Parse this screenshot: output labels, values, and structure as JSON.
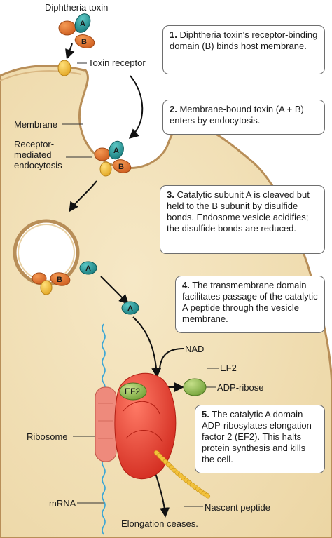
{
  "title": "Diphtheria toxin",
  "labels": {
    "toxin_receptor": "Toxin receptor",
    "membrane": "Membrane",
    "receptor_mediated": "Receptor-\nmediated\nendocytosis",
    "nad": "NAD",
    "ef2_top": "EF2",
    "adp_ribose": "ADP-ribose",
    "ef2_ribosome": "EF2",
    "ribosome": "Ribosome",
    "mrna": "mRNA",
    "nascent_peptide": "Nascent peptide",
    "elongation_ceases": "Elongation ceases.",
    "subunit_a": "A",
    "subunit_b": "B"
  },
  "steps": [
    {
      "num": "1.",
      "text": "Diphtheria toxin's receptor-binding domain (B) binds host membrane."
    },
    {
      "num": "2.",
      "text": "Membrane-bound toxin (A + B) enters by endocytosis."
    },
    {
      "num": "3.",
      "text": "Catalytic subunit A is cleaved but held to the B subunit by disulfide bonds. Endosome vesicle acidifies; the disulfide bonds are reduced."
    },
    {
      "num": "4.",
      "text": "The transmembrane domain facilitates passage of the catalytic A peptide through the vesicle membrane."
    },
    {
      "num": "5.",
      "text": "The catalytic A domain ADP-ribosylates elongation factor 2 (EF2). This halts protein synthesis and kills the cell."
    }
  ],
  "colors": {
    "cell": "#f1dfb5",
    "membrane": "#c8a46e",
    "subunit_a": "#1d8c8c",
    "subunit_b": "#e0702c",
    "receptor": "#f2c040",
    "ribosome": "#e83a2c",
    "ribosome_small": "#ef8a80",
    "ef2": "#8cbc48",
    "peptide": "#f2c13a",
    "mrna": "#3aa6d6"
  }
}
